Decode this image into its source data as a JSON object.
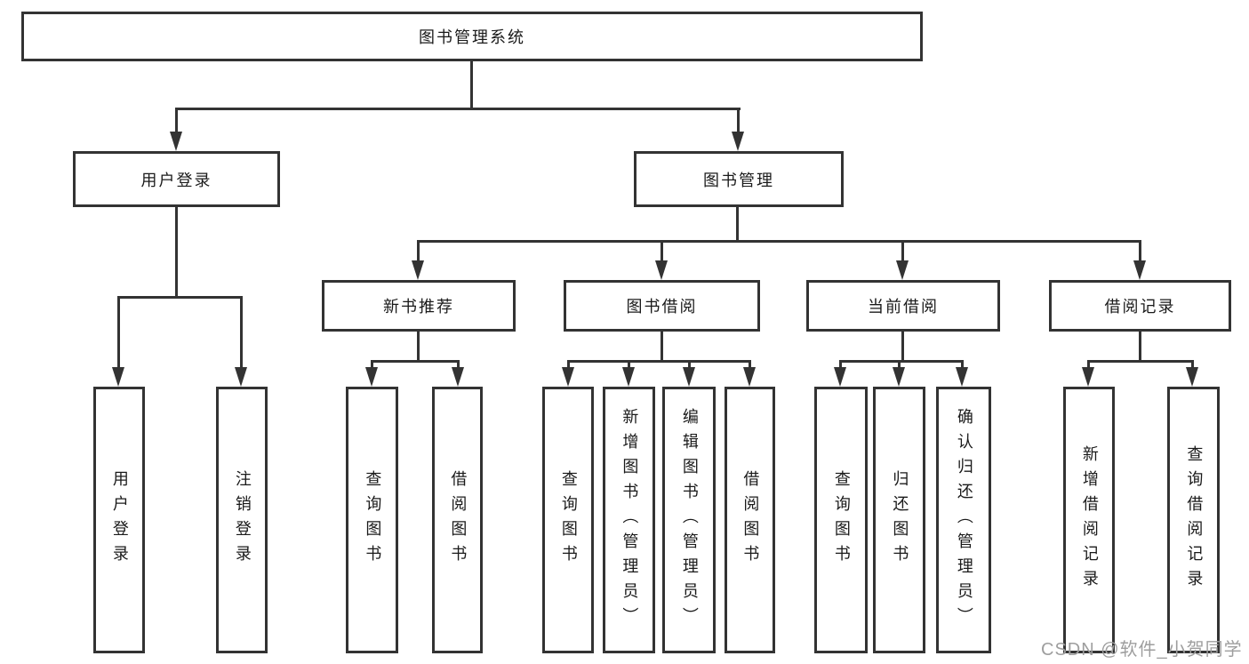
{
  "tree": {
    "root": {
      "label": "图书管理系统",
      "children": [
        {
          "label": "用户登录",
          "children": [
            {
              "label": "用户登录"
            },
            {
              "label": "注销登录"
            }
          ]
        },
        {
          "label": "图书管理",
          "children": [
            {
              "label": "新书推荐",
              "children": [
                {
                  "label": "查询图书"
                },
                {
                  "label": "借阅图书"
                }
              ]
            },
            {
              "label": "图书借阅",
              "children": [
                {
                  "label": "查询图书"
                },
                {
                  "label": "新增图书（管理员）"
                },
                {
                  "label": "编辑图书（管理员）"
                },
                {
                  "label": "借阅图书"
                }
              ]
            },
            {
              "label": "当前借阅",
              "children": [
                {
                  "label": "查询图书"
                },
                {
                  "label": "归还图书"
                },
                {
                  "label": "确认归还（管理员）"
                }
              ]
            },
            {
              "label": "借阅记录",
              "children": [
                {
                  "label": "新增借阅记录"
                },
                {
                  "label": "查询借阅记录"
                }
              ]
            }
          ]
        }
      ]
    }
  },
  "watermark": {
    "text": "CSDN @软件_小贺同学"
  },
  "colors": {
    "line": "#333333",
    "text": "#1a1a1a",
    "background": "#ffffff",
    "watermark": "#9e9e9e"
  }
}
